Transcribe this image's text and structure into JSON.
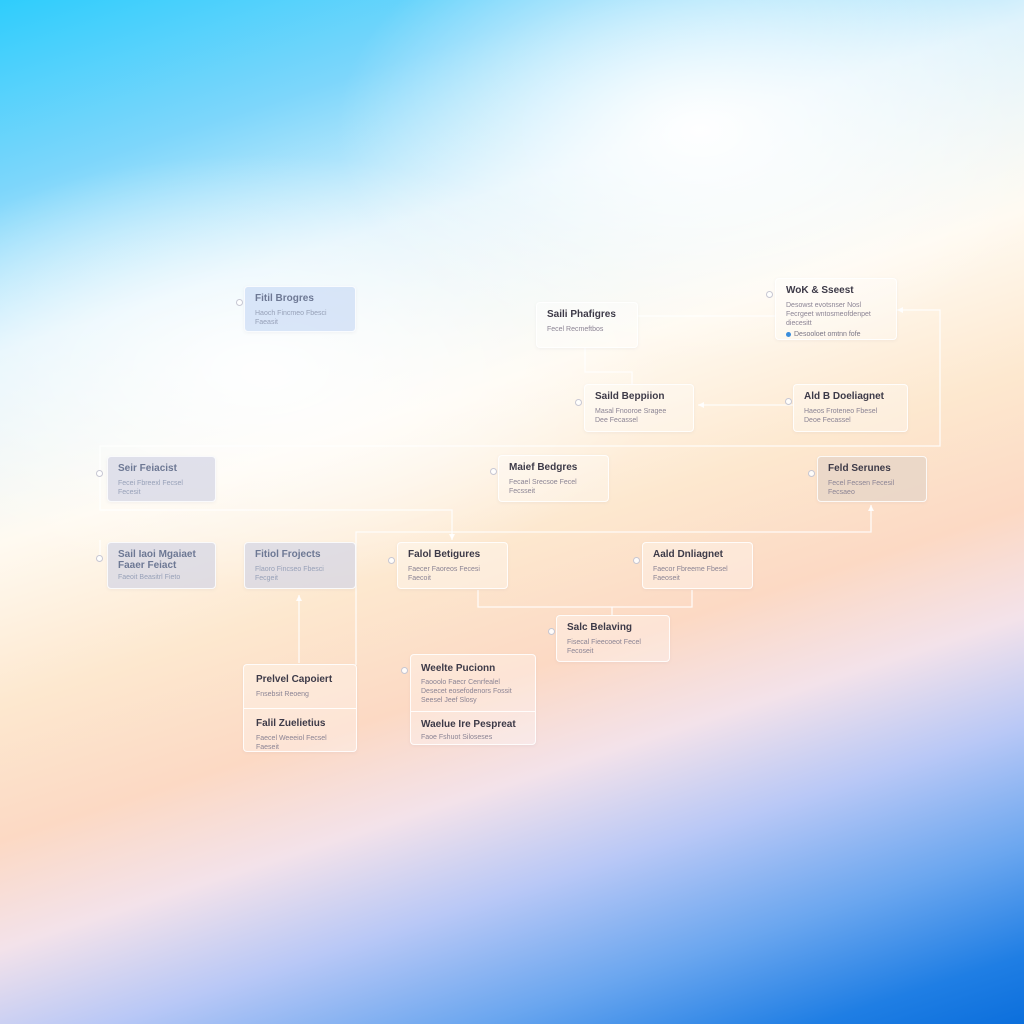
{
  "diagram": {
    "nodes": [
      {
        "id": "n1",
        "title": "Fitil Brogres",
        "desc": "Haoch Fincmeo Fbesci\nFaeasit"
      },
      {
        "id": "n2",
        "title": "Saili Phafigres",
        "desc": "Fecel Recmeftbos"
      },
      {
        "id": "n3",
        "title": "WoK & Sseest",
        "desc": "Desowst evotsnser Nosl\nFecrgeet wntosmeofdenpet\ndiecesitt",
        "status": "Desooloet omtnn fofe"
      },
      {
        "id": "n4",
        "title": "Saild Beppiion",
        "desc": "Masal Fnooroe Sragee\nDee Fecassel"
      },
      {
        "id": "n5",
        "title": "Ald B Doeliagnet",
        "desc": "Haeos Froteneo Fbesel\nDeoe Fecassel"
      },
      {
        "id": "n6",
        "title": "Seir Feiacist",
        "desc": "Fecei Fbreexl Fecsel\nFecesit"
      },
      {
        "id": "n7",
        "title": "Maief Bedgres",
        "desc": "Fecael Srecsoe Fecel\nFecsseit"
      },
      {
        "id": "n8",
        "title": "Feld Serunes",
        "desc": "Fecel Fecsen Fecesil\nFecsaeo"
      },
      {
        "id": "n9",
        "title": "Sail Iaoi Mgaiaet\nFaaer Feiact",
        "desc": "Faeoit Beasitrl Fieto"
      },
      {
        "id": "n10",
        "title": "Fitiol Frojects",
        "desc": "Flaoro Fincseo Fbesci\nFecgeit"
      },
      {
        "id": "n11",
        "title": "Falol Betigures",
        "desc": "Faecer Faoreos Fecesi\nFaecoit"
      },
      {
        "id": "n12",
        "title": "Aald Dnliagnet",
        "desc": "Faecor Fbreeme Fbesel\nFaeoseit"
      },
      {
        "id": "n13",
        "title": "Salc Belaving",
        "desc": "Fisecal Fieecoeot Fecel\nFecoseit"
      },
      {
        "id": "n14a",
        "title": "Prelvel Capoiert",
        "desc": "Fnsebsit Reoeng"
      },
      {
        "id": "n14b",
        "title": "Falil Zuelietius",
        "desc": "Faecel Weeeiol Fecsel\nFaeseit"
      },
      {
        "id": "n15a",
        "title": "Weelte Pucionn",
        "desc": "Faooolo Faecr Cenrfealel\nDesecet eosefodenors Fossit\nSeesel Jeef Slosy"
      },
      {
        "id": "n15b",
        "title": "Waelue Ire Pespreat",
        "desc": "Faoe Fshuot Siloseses"
      }
    ]
  },
  "colors": {
    "sky_top": "#2fcdfc",
    "horizon_warm": "#fde8cf",
    "bottom_blue": "#0c6fdc",
    "node_title": "#3d3a48",
    "status_dot": "#3a8ddc"
  }
}
